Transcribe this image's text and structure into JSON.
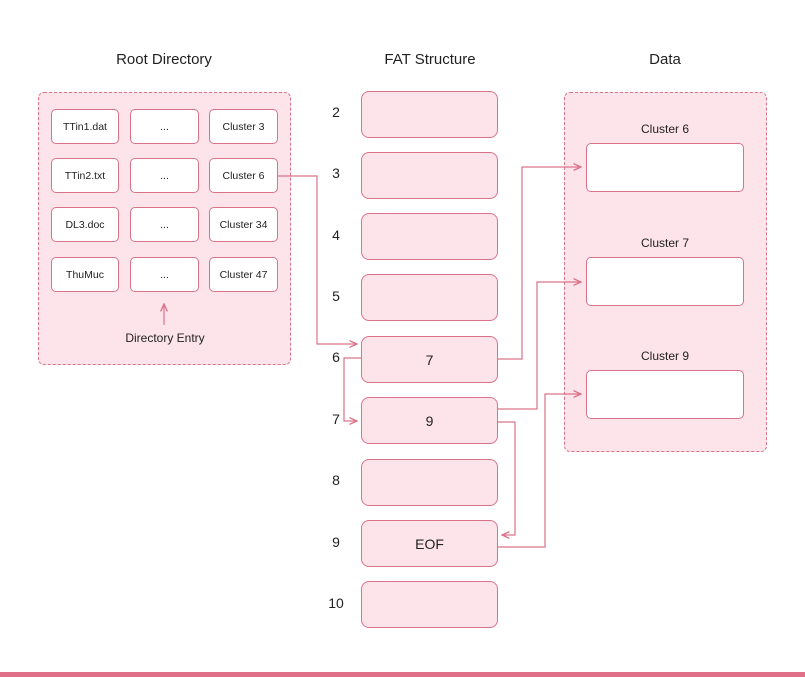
{
  "headings": {
    "root": "Root Directory",
    "fat": "FAT Structure",
    "data": "Data"
  },
  "root_directory": {
    "entries": [
      {
        "name": "TTin1.dat",
        "info": "...",
        "cluster": "Cluster 3"
      },
      {
        "name": "TTin2.txt",
        "info": "...",
        "cluster": "Cluster 6"
      },
      {
        "name": "DL3.doc",
        "info": "...",
        "cluster": "Cluster 34"
      },
      {
        "name": "ThuMuc",
        "info": "...",
        "cluster": "Cluster 47"
      }
    ],
    "caption": "Directory Entry"
  },
  "fat": {
    "rows": [
      {
        "index": "2",
        "value": ""
      },
      {
        "index": "3",
        "value": ""
      },
      {
        "index": "4",
        "value": ""
      },
      {
        "index": "5",
        "value": ""
      },
      {
        "index": "6",
        "value": "7"
      },
      {
        "index": "7",
        "value": "9"
      },
      {
        "index": "8",
        "value": ""
      },
      {
        "index": "9",
        "value": "EOF"
      },
      {
        "index": "10",
        "value": ""
      }
    ]
  },
  "data_area": {
    "blocks": [
      {
        "label": "Cluster 6"
      },
      {
        "label": "Cluster 7"
      },
      {
        "label": "Cluster 9"
      }
    ]
  },
  "colors": {
    "accent": "#d9738a",
    "panel_fill": "#fde4ea",
    "bar": "#e07088"
  }
}
